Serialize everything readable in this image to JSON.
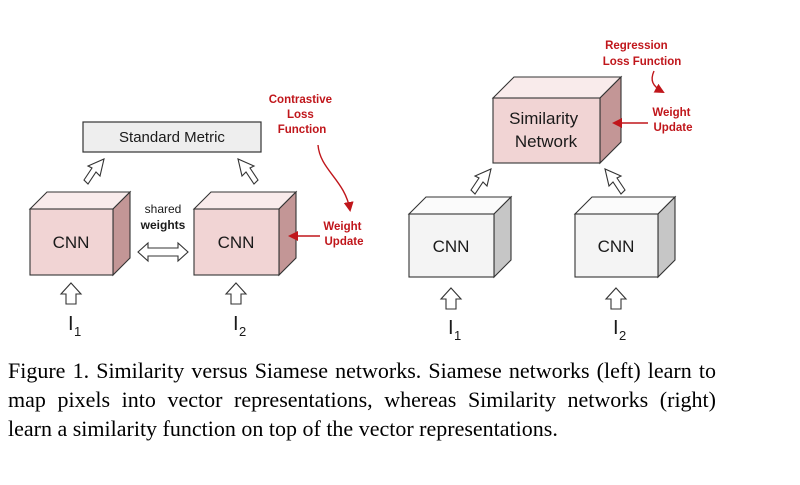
{
  "left": {
    "metric_label": "Standard Metric",
    "cnn1_label": "CNN",
    "cnn2_label": "CNN",
    "shared_label_1": "shared",
    "shared_label_2": "weights",
    "loss_label": [
      "Contrastive",
      "Loss",
      "Function"
    ],
    "update_label": [
      "Weight",
      "Update"
    ],
    "input1": "I",
    "input1_sub": "1",
    "input2": "I",
    "input2_sub": "2"
  },
  "right": {
    "sim_label": [
      "Similarity",
      "Network"
    ],
    "cnn1_label": "CNN",
    "cnn2_label": "CNN",
    "loss_label": [
      "Regression",
      "Loss Function"
    ],
    "update_label": [
      "Weight",
      "Update"
    ],
    "input1": "I",
    "input1_sub": "1",
    "input2": "I",
    "input2_sub": "2"
  },
  "caption": "Figure 1. Similarity versus Siamese networks. Siamese networks (left) learn to map pixels into vector representations, whereas Similarity networks (right) learn a similarity function on top of the vector representations.",
  "colors": {
    "pink_front": "#f1d4d4",
    "pink_top": "#f9ebeb",
    "pink_side": "#c39696",
    "gray_front": "#f4f4f4",
    "gray_top": "#fbfbfb",
    "gray_side": "#c6c6c6",
    "accent_red": "#c0161b"
  }
}
